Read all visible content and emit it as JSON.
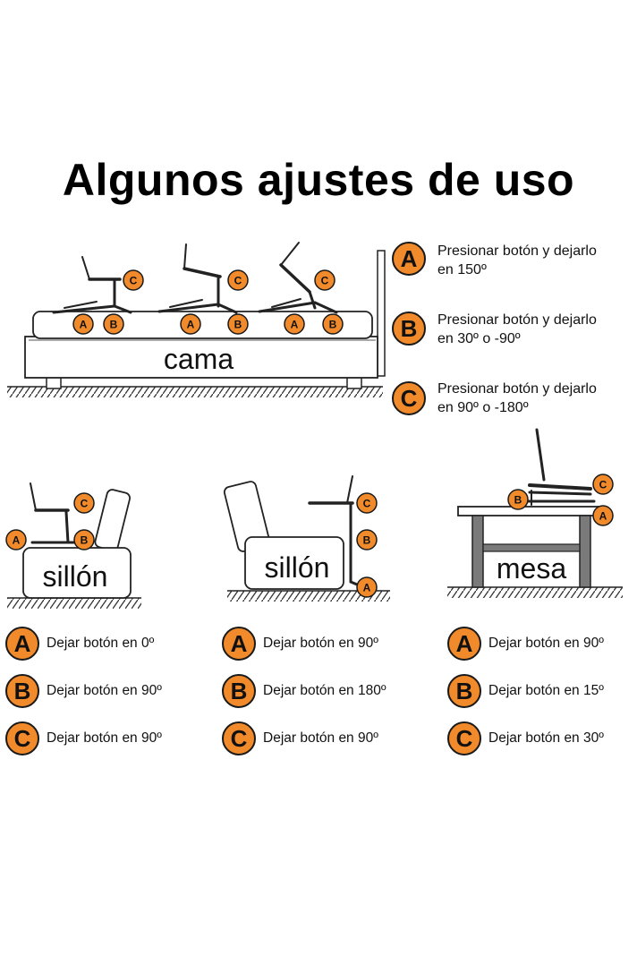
{
  "title": "Algunos ajustes de uso",
  "colors": {
    "badge": "#f18a2a",
    "outline": "#1a1a1a",
    "furniture_fill": "#ffffff",
    "leg_fill": "#7a7a7a"
  },
  "furniture_labels": {
    "bed": "cama",
    "armchair_1": "sillón",
    "armchair_2": "sillón",
    "table": "mesa"
  },
  "badge_letters": {
    "a": "A",
    "b": "B",
    "c": "C"
  },
  "bed_legend": [
    {
      "letter": "A",
      "line1": "Presionar botón y dejarlo",
      "line2": "en 150º"
    },
    {
      "letter": "B",
      "line1": "Presionar botón y dejarlo",
      "line2": "en 30º o -90º"
    },
    {
      "letter": "C",
      "line1": "Presionar botón y dejarlo",
      "line2": "en 90º o -180º"
    }
  ],
  "column_legends": [
    [
      {
        "letter": "A",
        "text": "Dejar botón en 0º"
      },
      {
        "letter": "B",
        "text": "Dejar botón en 90º"
      },
      {
        "letter": "C",
        "text": "Dejar botón en 90º"
      }
    ],
    [
      {
        "letter": "A",
        "text": "Dejar botón en 90º"
      },
      {
        "letter": "B",
        "text": "Dejar botón en 180º"
      },
      {
        "letter": "C",
        "text": "Dejar botón en 90º"
      }
    ],
    [
      {
        "letter": "A",
        "text": "Dejar botón en 90º"
      },
      {
        "letter": "B",
        "text": "Dejar botón en 15º"
      },
      {
        "letter": "C",
        "text": "Dejar botón en 30º"
      }
    ]
  ]
}
